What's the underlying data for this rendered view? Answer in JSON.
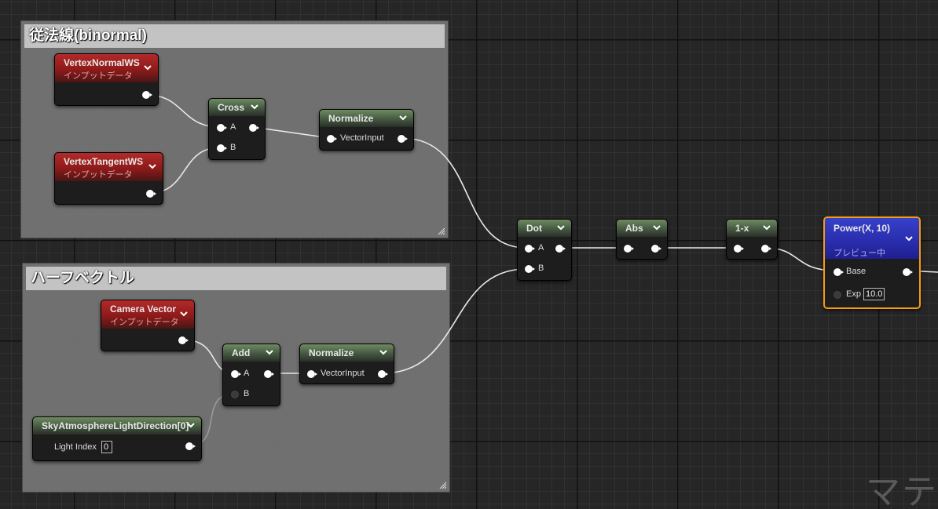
{
  "comments": {
    "binormal": "従法線(binormal)",
    "half": "ハーフベクトル"
  },
  "nodes": {
    "vertex_normal": {
      "title": "VertexNormalWS",
      "subtitle": "インプットデータ"
    },
    "vertex_tangent": {
      "title": "VertexTangentWS",
      "subtitle": "インプットデータ"
    },
    "cross": {
      "title": "Cross",
      "pin_a": "A",
      "pin_b": "B"
    },
    "normalize1": {
      "title": "Normalize",
      "pin": "VectorInput"
    },
    "camera_vector": {
      "title": "Camera Vector",
      "subtitle": "インプットデータ"
    },
    "add": {
      "title": "Add",
      "pin_a": "A",
      "pin_b": "B"
    },
    "normalize2": {
      "title": "Normalize",
      "pin": "VectorInput"
    },
    "sky": {
      "title": "SkyAtmosphereLightDirection[0]",
      "field_label": "Light Index",
      "field_value": "0"
    },
    "dot": {
      "title": "Dot",
      "pin_a": "A",
      "pin_b": "B"
    },
    "abs": {
      "title": "Abs"
    },
    "one_minus": {
      "title": "1-x"
    },
    "power": {
      "title": "Power(X, 10)",
      "subtitle": "プレビュー中",
      "pin_base": "Base",
      "pin_exp": "Exp",
      "exp_value": "10.0"
    }
  },
  "watermark": "マテ",
  "colors": {
    "background": "#262626",
    "input_node_header": "#8e1a1a",
    "math_node_header": "#445840",
    "preview_node_header": "#2a2eae",
    "selection": "#f39c12"
  }
}
